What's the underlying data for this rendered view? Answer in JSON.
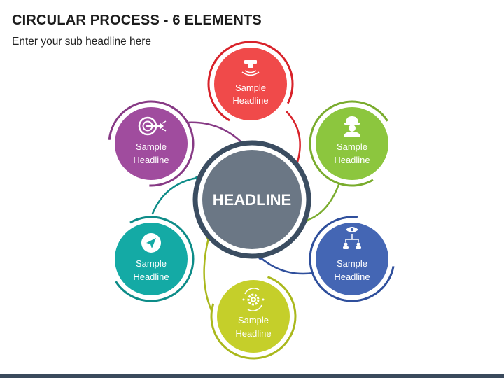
{
  "title": "CIRCULAR PROCESS - 6 ELEMENTS",
  "subtitle": "Enter your sub headline here",
  "hub": {
    "label": "HEADLINE"
  },
  "nodes": [
    {
      "id": "red",
      "color": "#f04a4a",
      "line1": "Sample",
      "line2": "Headline",
      "icon": "sensor-icon"
    },
    {
      "id": "green",
      "color": "#8cc63e",
      "line1": "Sample",
      "line2": "Headline",
      "icon": "worker-icon"
    },
    {
      "id": "blue",
      "color": "#4466b4",
      "line1": "Sample",
      "line2": "Headline",
      "icon": "org-chart-eye-icon"
    },
    {
      "id": "yellow",
      "color": "#c5cf2a",
      "line1": "Sample",
      "line2": "Headline",
      "icon": "gear-cycle-icon"
    },
    {
      "id": "teal",
      "color": "#14aaa5",
      "line1": "Sample",
      "line2": "Headline",
      "icon": "navigation-icon"
    },
    {
      "id": "purple",
      "color": "#a04c9e",
      "line1": "Sample",
      "line2": "Headline",
      "icon": "target-icon"
    }
  ]
}
